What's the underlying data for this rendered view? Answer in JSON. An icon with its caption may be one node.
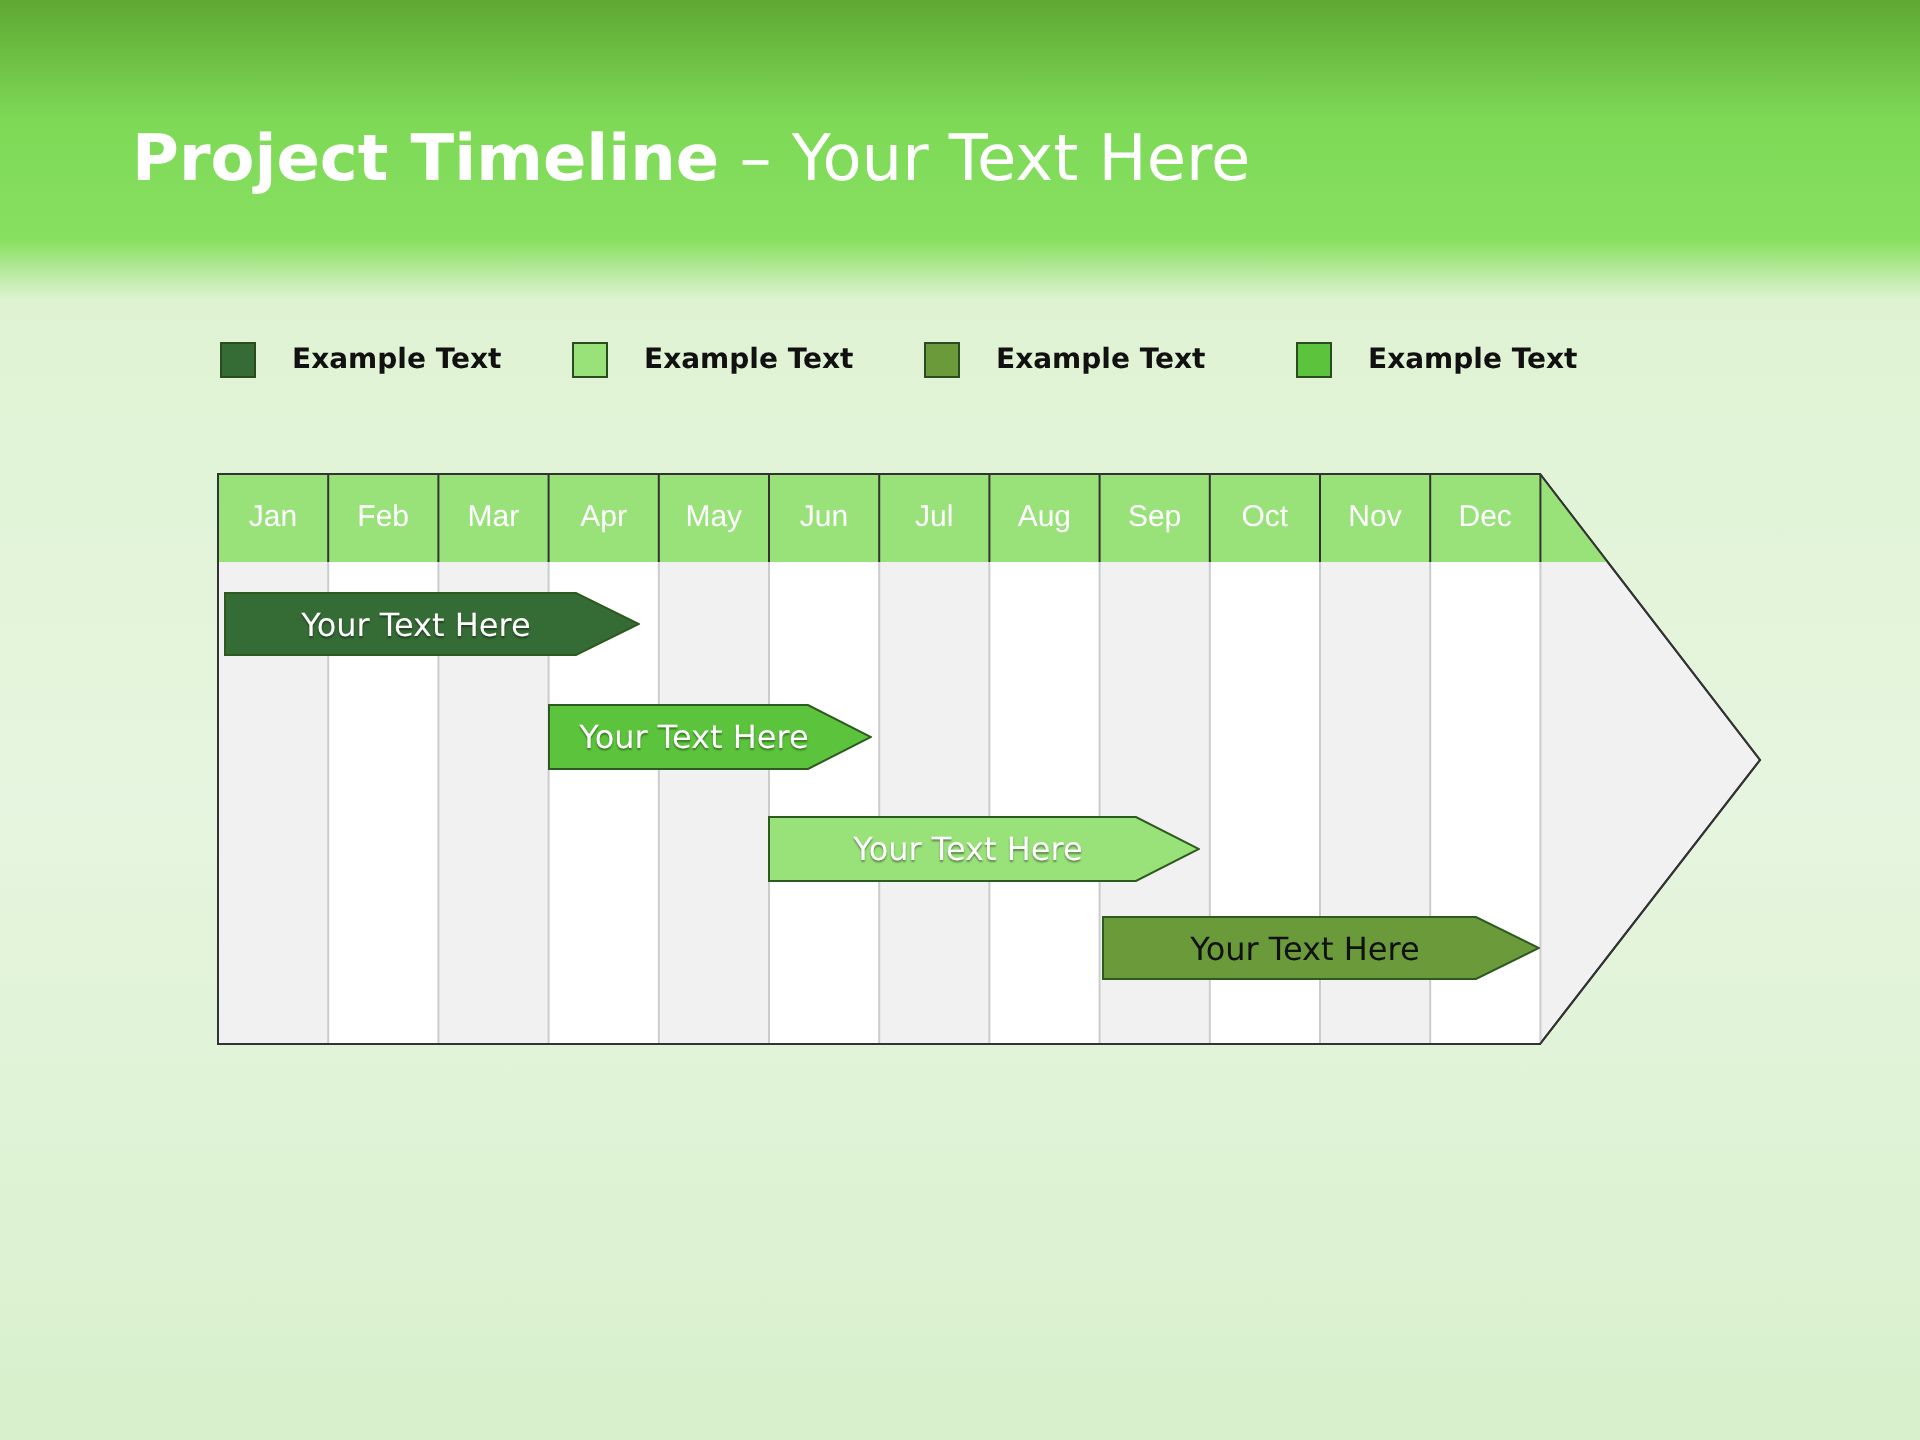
{
  "diagram": {
    "title": "**Project Timeline** – Your Text Here",
    "nodes": [
      {
        "text": [
          "Your Text Here"
        ]
      },
      {
        "text": [
          "Your Text Here"
        ]
      },
      {
        "text": [
          "Your Text Here"
        ]
      },
      {
        "text": [
          "Your Text Here"
        ]
      }
    ],
    "labels": [
      "Jan",
      "Feb",
      "Mar",
      "Apr",
      "May",
      "Jun",
      "Jul",
      "Aug",
      "Sep",
      "Oct",
      "Nov",
      "Dec"
    ],
    "legend": [
      {
        "text": "Example Text",
        "color": "#356b35"
      },
      {
        "text": "Example Text",
        "color": "#99e27a"
      },
      {
        "text": "Example Text",
        "color": "#6a9a3a"
      },
      {
        "text": "Example Text",
        "color": "#5cc43c"
      }
    ]
  }
}
